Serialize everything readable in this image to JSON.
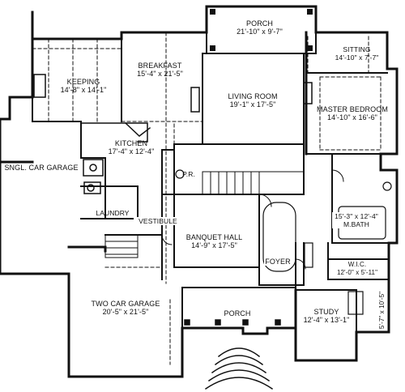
{
  "rooms": {
    "porch_top": {
      "name": "PORCH",
      "size": "21'-10\" x 9'-7\""
    },
    "sitting": {
      "name": "SITTING",
      "size": "14'-10\" x 7'-7\""
    },
    "breakfast": {
      "name": "BREAKFAST",
      "size": "15'-4\" x 21'-5\""
    },
    "keeping": {
      "name": "KEEPING",
      "size": "14'-8\" x 14'-1\""
    },
    "living": {
      "name": "LIVING ROOM",
      "size": "19'-1\" x 17'-5\""
    },
    "master": {
      "name": "MASTER BEDROOM",
      "size": "14'-10\" x 16'-6\""
    },
    "kitchen": {
      "name": "KITCHEN",
      "size": "17'-4\" x 12'-4\""
    },
    "sngl_garage": {
      "name": "SNGL. CAR GARAGE"
    },
    "pr": {
      "name": "P.R."
    },
    "laundry": {
      "name": "LAUNDRY"
    },
    "vestibule": {
      "name": "VESTIBULE"
    },
    "banquet": {
      "name": "BANQUET HALL",
      "size": "14'-9\" x 17'-5\""
    },
    "mbath": {
      "name": "M.BATH",
      "size": "15'-3\" x 12'-4\""
    },
    "foyer": {
      "name": "FOYER"
    },
    "wic": {
      "name": "W.I.C.",
      "size": "12'-0\" x 5'-11\""
    },
    "two_garage": {
      "name": "TWO CAR GARAGE",
      "size": "20'-5\" x 21'-5\""
    },
    "porch_front": {
      "name": "PORCH"
    },
    "study": {
      "name": "STUDY",
      "size": "12'-4\" x 13'-1\""
    },
    "closet_side": {
      "size": "5'-7\" x 10'-5\""
    }
  }
}
